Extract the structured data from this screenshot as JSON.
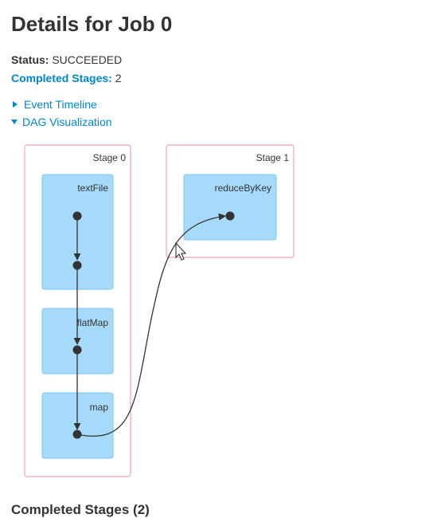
{
  "header": {
    "title": "Details for Job 0"
  },
  "summary": {
    "status_label": "Status:",
    "status_value": "SUCCEEDED",
    "completed_label": "Completed Stages:",
    "completed_value": "2"
  },
  "toggles": {
    "event_timeline": "Event Timeline",
    "dag_visualization": "DAG Visualization"
  },
  "dag": {
    "stages": [
      {
        "label": "Stage 0",
        "operations": [
          "textFile",
          "flatMap",
          "map"
        ]
      },
      {
        "label": "Stage 1",
        "operations": [
          "reduceByKey"
        ]
      }
    ],
    "colors": {
      "stage_border": "#f1a5b5",
      "node_fill": "#a6dafa",
      "node_border": "#7cc7ef",
      "edge": "#333333"
    }
  },
  "footer": {
    "section_heading": "Completed Stages (2)"
  }
}
